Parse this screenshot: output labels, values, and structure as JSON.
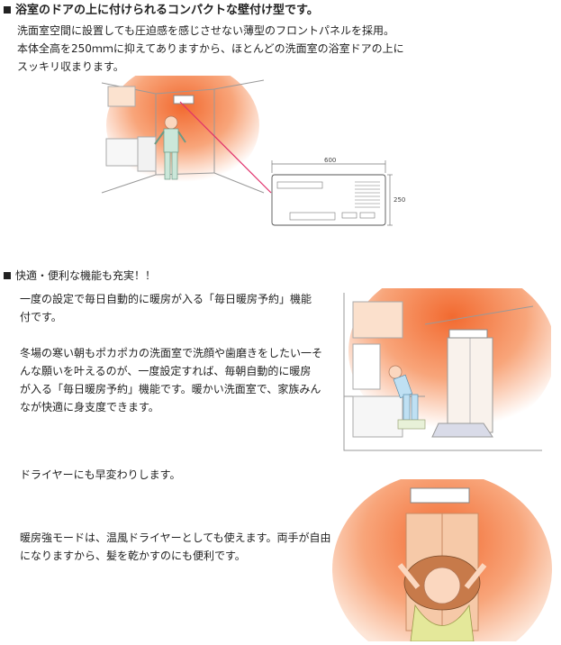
{
  "section1": {
    "heading": "浴室のドアの上に付けられるコンパクトな壁付け型です。",
    "lines": [
      "洗面室空間に設置しても圧迫感を感じさせない薄型のフロントパネルを採用。",
      "本体全高を250ｍｍに抑えてありますから、ほとんどの洗面室の浴室ドアの上に",
      "スッキリ収まります。"
    ],
    "dimension_width": "600",
    "dimension_height": "250"
  },
  "section2": {
    "heading": "快適・便利な機能も充実！！",
    "intro_lines": [
      "一度の設定で毎日自動的に暖房が入る「毎日暖房予約」機能",
      "付です。"
    ],
    "body_lines": [
      "冬場の寒い朝もポカポカの洗面室で洗顔や歯磨きをしたい一そ",
      "んな願いを叶えるのが、一度設定すれば、毎朝自動的に暖房",
      "が入る「毎日暖房予約」機能です。暖かい洗面室で、家族みん",
      "なが快適に身支度できます。"
    ],
    "dryer_heading": "ドライヤーにも早変わりします。",
    "dryer_lines": [
      "暖房強モードは、温風ドライヤーとしても使えます。両手が自由",
      "になりますから、髪を乾かすのにも便利です。"
    ]
  },
  "colors": {
    "warm_glow": "#f47a3c",
    "line_red": "#e0306a"
  }
}
